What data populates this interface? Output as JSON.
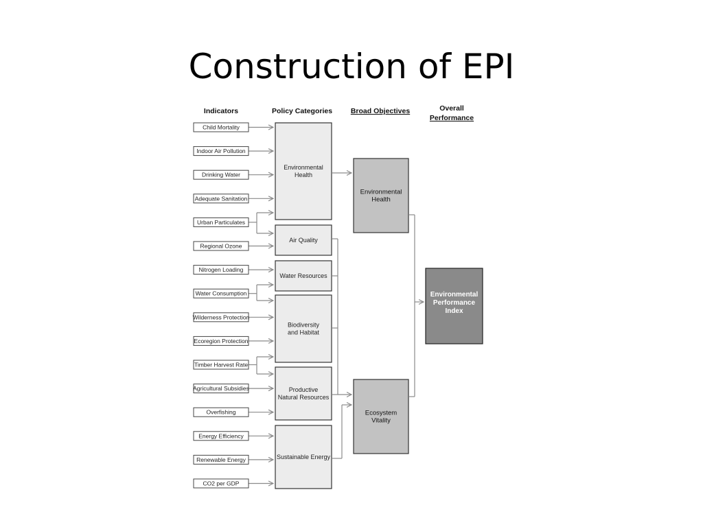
{
  "slide": {
    "title": "Construction of EPI"
  },
  "diagram": {
    "headers": {
      "indicators": "Indicators",
      "policy_categories": "Policy Categories",
      "broad_objectives": "Broad Objectives",
      "overall_performance": [
        "Overall",
        "Performance"
      ]
    },
    "indicators": [
      "Child Mortality",
      "Indoor Air Pollution",
      "Drinking Water",
      "Adequate Sanitation",
      "Urban Particulates",
      "Regional Ozone",
      "Nitrogen Loading",
      "Water Consumption",
      "Wilderness Protection",
      "Ecoregion Protection",
      "Timber Harvest Rate",
      "Agricultural Subsidies",
      "Overfishing",
      "Energy Efficiency",
      "Renewable Energy",
      "CO2 per GDP"
    ],
    "policy_categories": [
      [
        "Environmental",
        "Health"
      ],
      [
        "Air Quality"
      ],
      [
        "Water Resources"
      ],
      [
        "Biodiversity",
        "and Habitat"
      ],
      [
        "Productive",
        "Natural Resources"
      ],
      [
        "Sustainable Energy"
      ]
    ],
    "objectives": [
      [
        "Environmental",
        "Health"
      ],
      [
        "Ecosystem",
        "Vitality"
      ]
    ],
    "overall": [
      "Environmental",
      "Performance",
      "Index"
    ],
    "colors": {
      "indicator_fill": "#ffffff",
      "category_fill": "#ececec",
      "objective_fill": "#c2c2c2",
      "overall_fill": "#8a8a8a",
      "arrow": "#8a8a8a"
    }
  }
}
